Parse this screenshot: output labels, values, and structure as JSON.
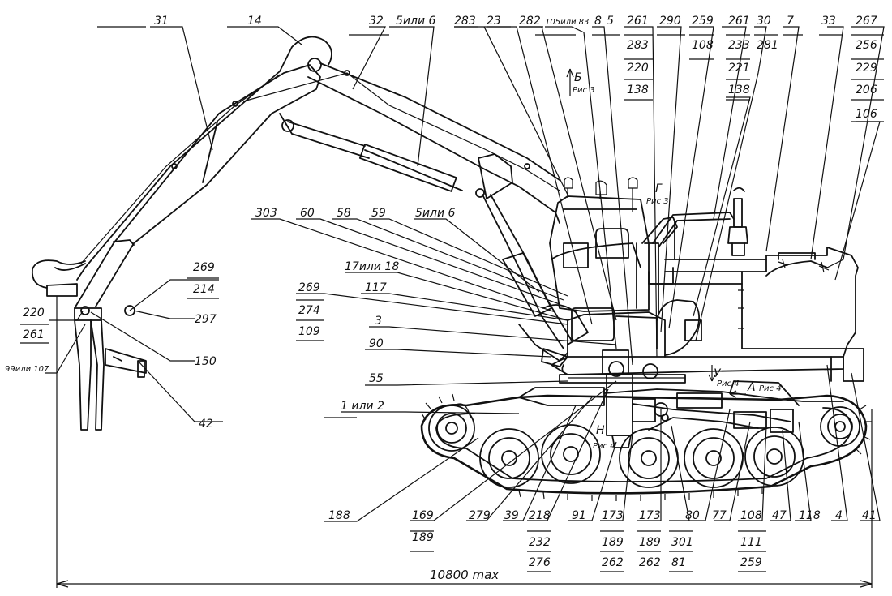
{
  "dimension": {
    "text": "10800 max"
  },
  "labels": {
    "l31": "31",
    "l14": "14",
    "l32": "32",
    "l5or6a": "5или 6",
    "l283": "283",
    "l23": "23",
    "l282": "282",
    "l105or83": "105или 83",
    "l8": "8",
    "l5": "5",
    "l261a": "261",
    "l283b": "283",
    "l220b": "220",
    "l138a": "138",
    "l290": "290",
    "l259": "259",
    "l108a": "108",
    "l261b": "261",
    "l233": "233",
    "l221": "221",
    "l138b": "138",
    "l30": "30",
    "l281": "281",
    "l7": "7",
    "l33": "33",
    "l267": "267",
    "l256": "256",
    "l229": "229",
    "l206": "206",
    "l106": "106",
    "lB": "Б",
    "lBsub": "Рис 3",
    "lG": "Г",
    "lGsub": "Рис 3",
    "l303": "303",
    "l60": "60",
    "l58": "58",
    "l59": "59",
    "l5or6b": "5или 6",
    "l17or18": "17или 18",
    "l269a": "269",
    "l117": "117",
    "l274": "274",
    "l109": "109",
    "l3": "3",
    "l90": "90",
    "l55": "55",
    "l1or2": "1 или 2",
    "l269b": "269",
    "l214": "214",
    "l220a": "220",
    "l261c": "261",
    "l297": "297",
    "l150": "150",
    "l99or107": "99или 107",
    "l42": "42",
    "lU": "У",
    "lUsub": "Рис 4",
    "lA": "А",
    "lAsub": "Рис 4",
    "lN": "Н",
    "lNsub": "Рис 4",
    "l188": "188",
    "l169": "169",
    "l189a": "189",
    "l279": "279",
    "l39": "39",
    "l218": "218",
    "l232": "232",
    "l276": "276",
    "l91": "91",
    "l173a": "173",
    "l189b": "189",
    "l262a": "262",
    "l173b": "173",
    "l189c": "189",
    "l262b": "262",
    "l301": "301",
    "l81": "81",
    "l80": "80",
    "l77": "77",
    "l108b": "108",
    "l111": "111",
    "l259b": "259",
    "l47": "47",
    "l118": "118",
    "l4": "4",
    "l41": "41"
  }
}
